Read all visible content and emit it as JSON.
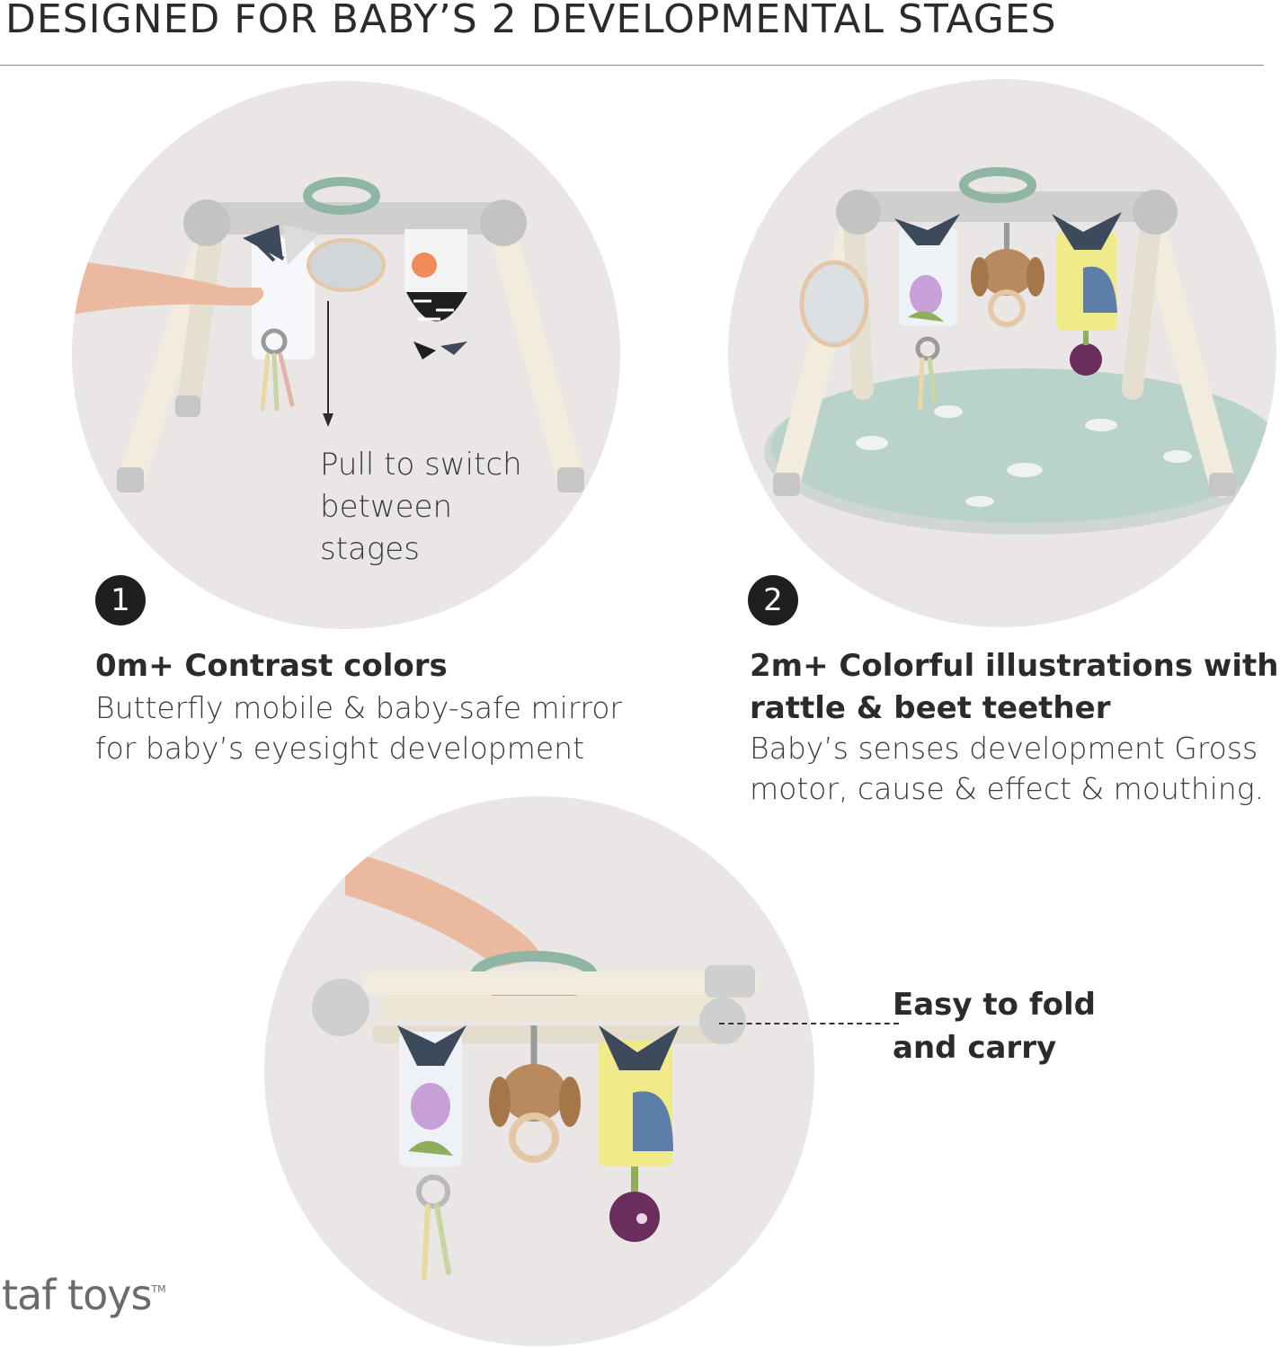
{
  "header": {
    "title": "DESIGNED FOR BABY’S 2 DEVELOPMENTAL STAGES"
  },
  "stage1": {
    "badge": "1",
    "note": "Pull to switch\nbetween\nstages",
    "title": "0m+ Contrast colors",
    "description_line1": "Butterfly mobile & baby-safe mirror",
    "description_line2": "for baby’s eyesight development"
  },
  "stage2": {
    "badge": "2",
    "title_line1": "2m+ Colorful illustrations with",
    "title_line2": "rattle & beet teether",
    "description_line1": "Baby’s senses development Gross",
    "description_line2": "motor, cause & effect & mouthing."
  },
  "fold": {
    "note": "Easy to fold\nand carry"
  },
  "brand": {
    "logo_text": "taf toys",
    "trademark": "TM"
  },
  "colors": {
    "circle_bg": "#e9e6e5",
    "frame_gray": "#c9c9c9",
    "leg_cream": "#f2ecdd",
    "ring_green": "#8fb5a4",
    "mat_green": "#b9d3cb",
    "beet_purple": "#6b2d5c",
    "tulip_pink": "#c8a0d8",
    "hedgehog_yellow": "#f0ea8a"
  },
  "icons": [
    "hand-icon",
    "down-arrow-icon",
    "mirror-icon",
    "bunny-rattle-icon",
    "beet-teether-icon"
  ]
}
